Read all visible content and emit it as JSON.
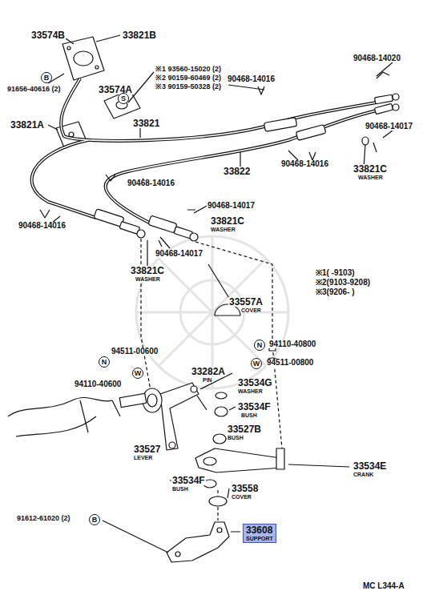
{
  "diagram": {
    "nodes": [
      {
        "text": [
          "B"
        ]
      },
      {
        "text": [
          "S"
        ]
      },
      {
        "text": [
          "N"
        ]
      },
      {
        "text": [
          "W"
        ]
      },
      {
        "text": [
          "N"
        ]
      },
      {
        "text": [
          "W"
        ]
      },
      {
        "text": [
          "B"
        ]
      },
      {
        "text": [
          "33608",
          "SUPPORT"
        ]
      }
    ],
    "labels": [
      "33574B",
      "33821B",
      "91656-40616 (2)",
      "33574A",
      "※1 93560-15020 (2)",
      "※2 90159-60469 (2)",
      "※3 90159-50328 (2)",
      "90468-14020",
      "90468-14016",
      "33821A",
      "33821",
      "90468-14017",
      "90468-14016",
      "33822",
      "33821C",
      "WASHER",
      "90468-14016",
      "90468-14017",
      "33821C",
      "WASHER",
      "90468-14016",
      "90468-14017",
      "33821C",
      "WASHER",
      "※1(       -9103)",
      "※2(9103-9208)",
      "※3(9206-       )",
      "33557A",
      "COVER",
      "94110-40800",
      "94511-00800",
      "94511-00600",
      "94110-40600",
      "33282A",
      "PIN",
      "33534G",
      "WASHER",
      "33534F",
      "BUSH",
      "33527B",
      "BUSH",
      "33527",
      "LEVER",
      "33534E",
      "CRANK",
      "33534F",
      "BUSH",
      "33558",
      "COVER",
      "91612-61020 (2)",
      "MC L344-A"
    ]
  }
}
